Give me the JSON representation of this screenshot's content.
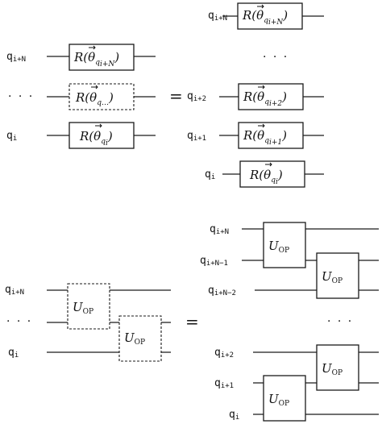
{
  "labels": {
    "q_i": "q",
    "sub_i": "i",
    "sub_i_plus_1": "i+1",
    "sub_i_plus_2": "i+2",
    "sub_i_plus_N": "i+N",
    "sub_i_plus_N_minus_1": "i+N−1",
    "sub_i_plus_N_minus_2": "i+N−2"
  },
  "rotation": {
    "R": "R(",
    "theta": "θ",
    "close": ")",
    "sub_q": "q",
    "sub_i": "i",
    "sub_i1": "i+1",
    "sub_i2": "i+2",
    "sub_iN": "i+N",
    "sub_dots": "…"
  },
  "unitary": {
    "U": "U",
    "sub": "OP"
  },
  "symbols": {
    "ellipsis": "· · ·",
    "equals": "="
  }
}
